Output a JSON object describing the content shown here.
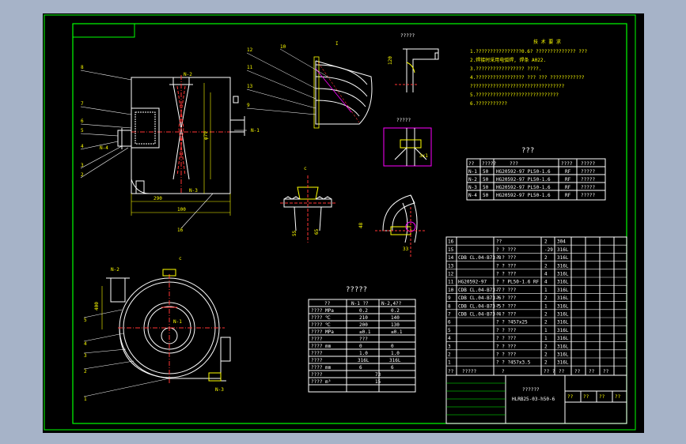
{
  "colors": {
    "background": "#a6b3c8",
    "canvas": "#000000",
    "frame": "#00ff00",
    "outline": "#ffffff",
    "centerline": "#ff3333",
    "annotation": "#ffff00",
    "highlight": "#ff00ff"
  },
  "view_front": {
    "nozzle_labels": [
      "N-2",
      "N-1",
      "N-3",
      "N-4"
    ],
    "dims": [
      "φ79",
      "Φ79",
      "100",
      "290",
      "Φ"
    ]
  },
  "detail_top": {
    "title": "?????",
    "dim": "120"
  },
  "detail_mid": {
    "title": "?????",
    "dim": "3x1"
  },
  "detail_bottom_left": {
    "label": "c",
    "dims": [
      "55",
      "65"
    ]
  },
  "detail_bottom_right": {
    "dims": [
      "48",
      "33"
    ]
  },
  "tech_req": {
    "title": "技 术 要 求",
    "lines": [
      "1.????????????????0.6? ?????????????? ???",
      "2.焊接时采用电弧焊, 焊条 A022.",
      "3.????????????????? ????.",
      "4.????????????????? ??? ??? ????????????",
      "?????????????????????????????????",
      "5.?????????????????????????????",
      "6.???????????"
    ]
  },
  "nozzle_table": {
    "title": "???",
    "headers": [
      "??",
      "?????",
      "???",
      "????",
      "?????"
    ],
    "rows": [
      [
        "N-1",
        "50",
        "HG20592-97 PL50-1.6",
        "RF",
        "?????"
      ],
      [
        "N-2",
        "50",
        "HG20592-97 PL50-1.6",
        "RF",
        "?????"
      ],
      [
        "N-3",
        "50",
        "HG20592-97 PL50-1.6",
        "RF",
        "?????"
      ],
      [
        "N-4",
        "50",
        "HG20592-97 PL50-1.6",
        "RF",
        "?????"
      ]
    ]
  },
  "view_plan": {
    "nozzle_labels": [
      "N-2",
      "N-1",
      "N-3"
    ],
    "callouts": [
      "5",
      "4",
      "3",
      "2",
      "1",
      "c"
    ],
    "dims": [
      "400"
    ]
  },
  "design_table": {
    "title": "?????",
    "col_headers": [
      "??",
      "N-1 ??",
      "N-2,4??"
    ],
    "rows": [
      [
        "???? MPa",
        "0.2",
        "0.2"
      ],
      [
        "???? ℃",
        "210",
        "140"
      ],
      [
        "???? ℃",
        "200",
        "130"
      ],
      [
        "???? MPa",
        "≤0.1",
        "≤0.1"
      ],
      [
        "????",
        "???",
        ""
      ],
      [
        "???? mm",
        "0",
        "0"
      ],
      [
        "????",
        "1.0",
        "1.0"
      ],
      [
        "????",
        "316L",
        "316L"
      ],
      [
        "???? mm",
        "6",
        "6"
      ],
      [
        "????",
        "73",
        ""
      ],
      [
        "???? m³",
        "15",
        ""
      ]
    ]
  },
  "parts_list": {
    "rows": [
      [
        "16",
        "",
        "??",
        "2",
        "304",
        ""
      ],
      [
        "15",
        "",
        "? ? ???",
        "-29",
        "316L",
        ""
      ],
      [
        "14",
        "CDB CL.04-B73-8",
        "? ? ???",
        "2",
        "316L",
        ""
      ],
      [
        "13",
        "",
        "? ? ???",
        "2",
        "316L",
        ""
      ],
      [
        "12",
        "",
        "? ? ???",
        "4",
        "316L",
        ""
      ],
      [
        "11",
        "HG20592-97",
        "? ? PL50-1.6 RF",
        "4",
        "316L",
        ""
      ],
      [
        "10",
        "CDB CL.04-B73-7",
        "? ? ???",
        "1",
        "316L",
        ""
      ],
      [
        "9",
        "CDB CL.04-B73-6",
        "? ? ???",
        "2",
        "316L",
        ""
      ],
      [
        "8",
        "CDB CL.04-B73-5",
        "? ? ???",
        "1",
        "316L",
        ""
      ],
      [
        "7",
        "CDB CL.04-B73-4",
        "? ? ???",
        "2",
        "316L",
        ""
      ],
      [
        "6",
        "",
        "? ? ?457x25",
        "2",
        "316L",
        ""
      ],
      [
        "5",
        "",
        "? ? ???",
        "1",
        "316L",
        ""
      ],
      [
        "4",
        "",
        "? ? ???",
        "1",
        "316L",
        ""
      ],
      [
        "3",
        "",
        "? ? ???",
        "2",
        "316L",
        ""
      ],
      [
        "2",
        "",
        "? ? ???",
        "2",
        "316L",
        ""
      ],
      [
        "1",
        "",
        "? ? ?457x3.5",
        "2",
        "316L",
        ""
      ]
    ],
    "header": [
      "??",
      "?????",
      "?",
      "?? ?",
      "??",
      "??",
      "??",
      "??"
    ]
  },
  "title_block": {
    "drawing_title": "??????",
    "drawing_number": "HLRB25-03-h50-6",
    "right_labels": [
      "??",
      "??",
      "??",
      "??"
    ]
  }
}
